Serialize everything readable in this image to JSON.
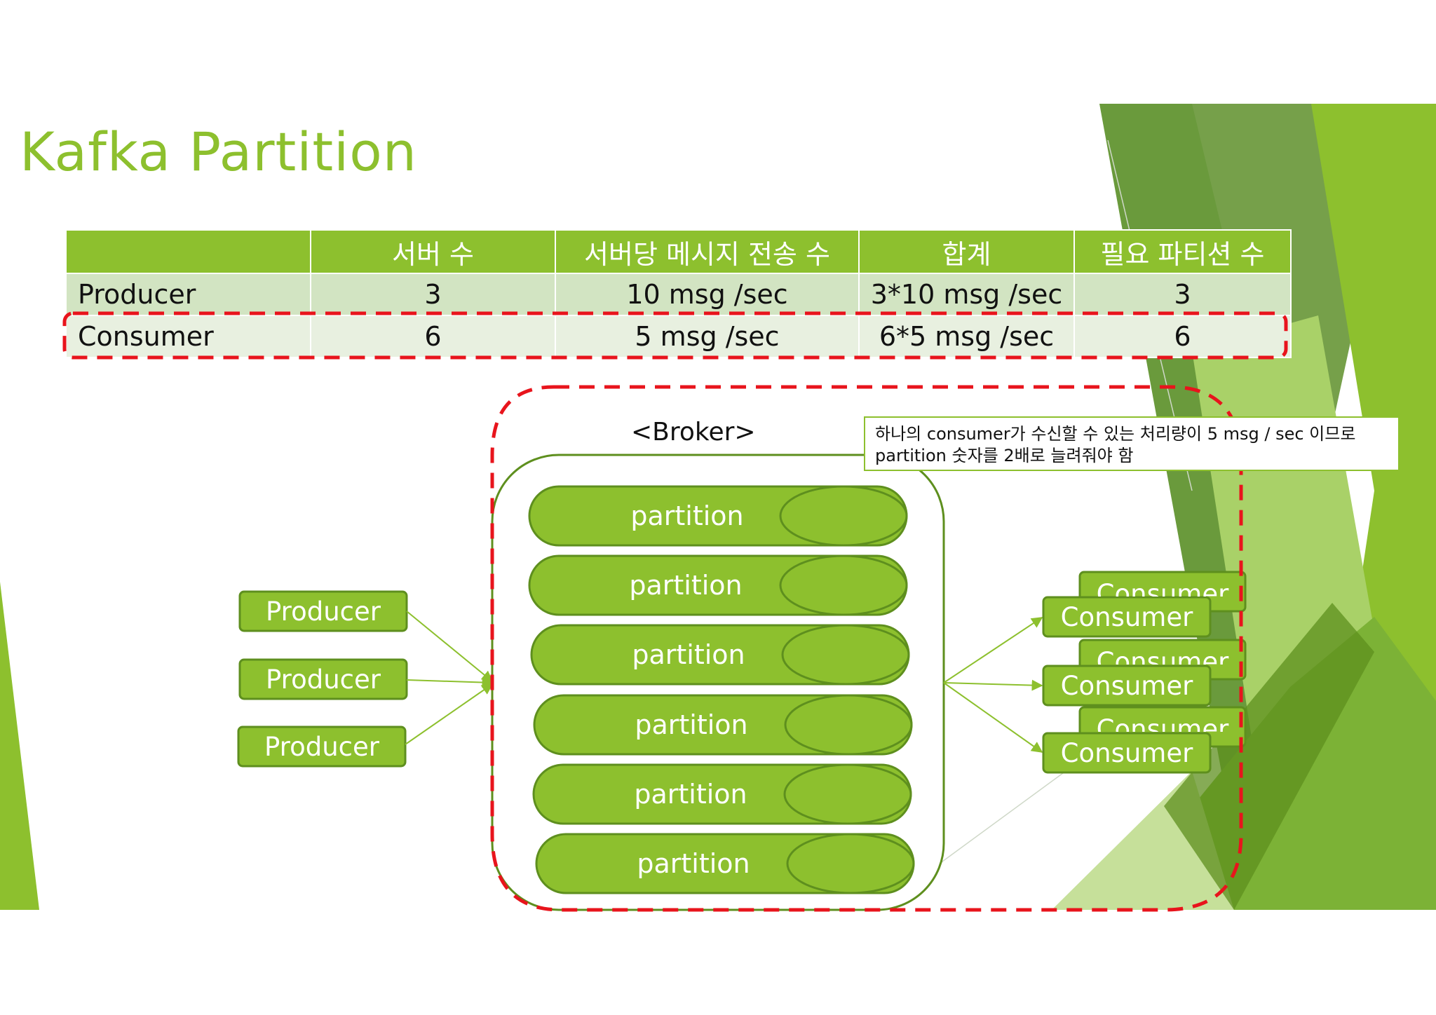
{
  "slide": {
    "title": "Kafka Partition",
    "colors": {
      "accent": "#8dc02e",
      "dark_accent": "#5e8f1e",
      "highlight": "#e8141c"
    }
  },
  "table": {
    "headers": [
      "",
      "서버 수",
      "서버당 메시지 전송 수",
      "합계",
      "필요 파티션 수"
    ],
    "rows": [
      {
        "label": "Producer",
        "servers": "3",
        "per_server": "10 msg /sec",
        "total": "3*10 msg /sec",
        "partitions": "3"
      },
      {
        "label": "Consumer",
        "servers": "6",
        "per_server": "5 msg /sec",
        "total": "6*5 msg /sec",
        "partitions": "6"
      }
    ]
  },
  "diagram": {
    "broker_label": "<Broker>",
    "partitions": [
      "partition",
      "partition",
      "partition",
      "partition",
      "partition",
      "partition"
    ],
    "producers": [
      "Producer",
      "Producer",
      "Producer"
    ],
    "consumers": [
      "Consumer",
      "Consumer",
      "Consumer",
      "Consumer",
      "Consumer",
      "Consumer"
    ],
    "note_lines": [
      "하나의 consumer가 수신할 수 있는 처리량이 5 msg / sec 이므로",
      "partition 숫자를 2배로 늘려줘야 함"
    ]
  }
}
